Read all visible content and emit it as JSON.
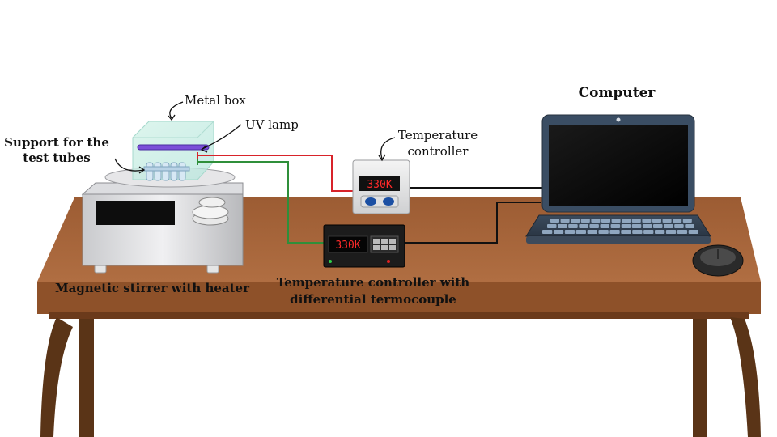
{
  "labels": {
    "metal_box": "Metal box",
    "uv_lamp": "UV lamp",
    "support_line1": "Support for the",
    "support_line2": "test tubes",
    "temp_ctrl_line1": "Temperature",
    "temp_ctrl_line2": "controller",
    "computer": "Computer",
    "stirrer": "Magnetic stirrer with heater",
    "diff_line1": "Temperature controller with",
    "diff_line2": "differential termocouple"
  },
  "displays": {
    "controller_reading": "330K",
    "differential_reading": "330K"
  },
  "colors": {
    "table_top": "#a8663a",
    "table_edge": "#7a4522",
    "table_leg": "#5a3417",
    "wire_red": "#d8232a",
    "wire_green": "#2f8f3a",
    "wire_black": "#111111",
    "uv_lamp": "#7b4fd8",
    "display_red": "#ff2a2a"
  }
}
